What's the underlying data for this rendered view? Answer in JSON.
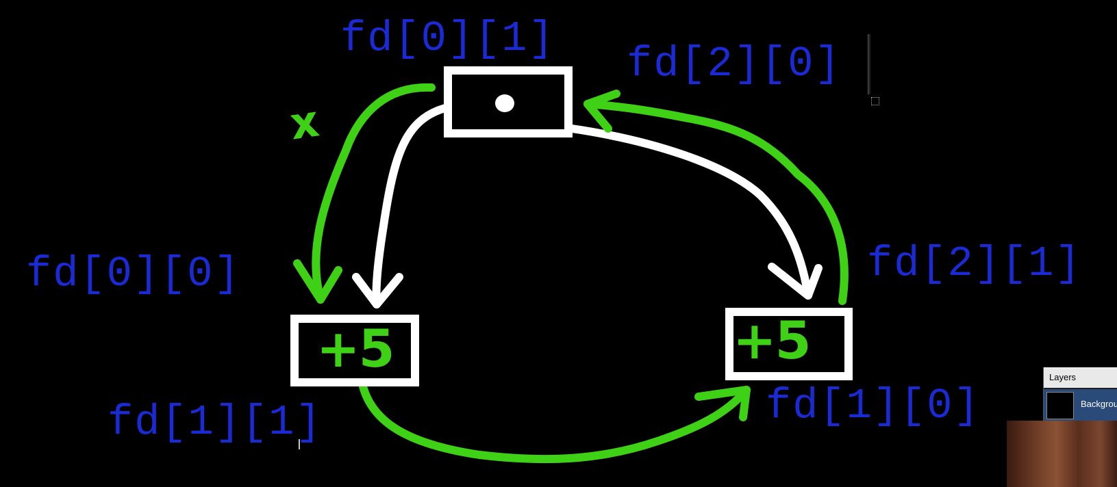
{
  "labels": {
    "top_write_end": "fd[0][1]",
    "top_read_end": "fd[2][0]",
    "left_read_end": "fd[0][0]",
    "left_write_end": "fd[1][1]",
    "right_write_end": "fd[2][1]",
    "right_read_end": "fd[1][0]"
  },
  "boxes": {
    "left_value": "+5",
    "right_value": "+5"
  },
  "annotation_mark": "x",
  "layers_panel": {
    "title": "Layers",
    "layer_name": "Backgroun"
  },
  "colors": {
    "label": "#1a2bd6",
    "green_arrow": "#3fd116",
    "white_arrow": "#ffffff",
    "background": "#000000"
  }
}
